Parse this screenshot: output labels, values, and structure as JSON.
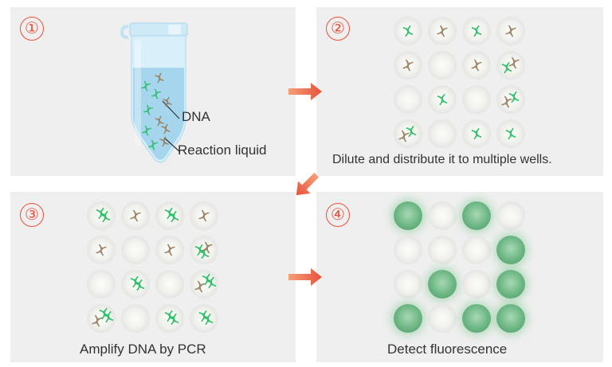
{
  "panels": {
    "p1": {
      "step": "①",
      "label_dna": "DNA",
      "label_liquid": "Reaction liquid"
    },
    "p2": {
      "step": "②",
      "caption": "Dilute and distribute it to multiple wells."
    },
    "p3": {
      "step": "③",
      "caption": "Amplify DNA by PCR"
    },
    "p4": {
      "step": "④",
      "caption": "Detect fluorescence"
    }
  },
  "wells": {
    "p2": [
      "g",
      "b",
      "g",
      "b",
      "b",
      "e",
      "b",
      "gb",
      "e",
      "g",
      "e",
      "bg",
      "bg",
      "e",
      "g",
      "g"
    ],
    "p3": [
      "g",
      "b",
      "g",
      "b",
      "b",
      "e",
      "b",
      "gb",
      "e",
      "g",
      "e",
      "bg",
      "bg",
      "e",
      "g",
      "g"
    ],
    "p4": [
      "lit",
      "e",
      "lit",
      "e",
      "e",
      "e",
      "e",
      "lit",
      "e",
      "lit",
      "e",
      "lit",
      "lit",
      "e",
      "lit",
      "lit"
    ]
  },
  "colors": {
    "accent": "#e8503a",
    "dna_green": "#2fbf6b",
    "dna_brown": "#9a8266",
    "glow_green": "#6cb683"
  }
}
